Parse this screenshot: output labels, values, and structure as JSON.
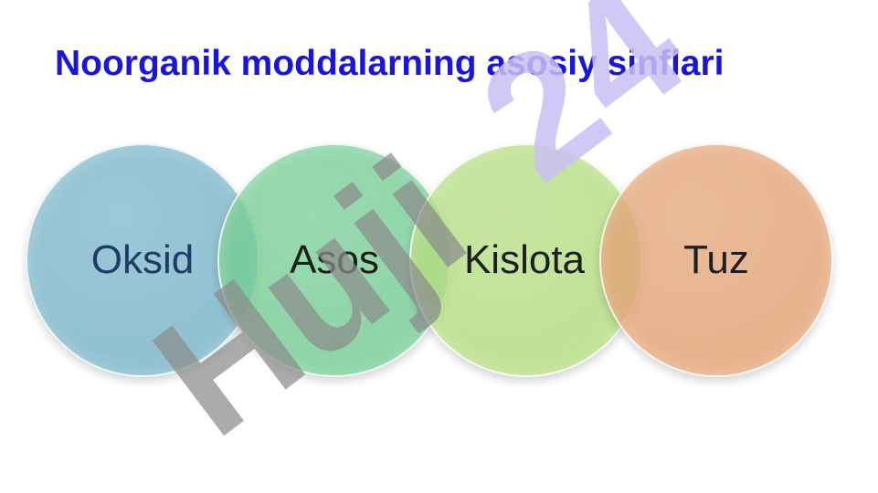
{
  "slide": {
    "title": "Noorganik moddalarning asosiy sinflari",
    "title_color": "#1a16d8"
  },
  "classes": [
    {
      "label": "Oksid",
      "fill": "#7ab4c8",
      "text_color": "#1f3b66"
    },
    {
      "label": "Asos",
      "fill": "#76cc94",
      "text_color": "#1e1e1e"
    },
    {
      "label": "Kislota",
      "fill": "#b3dc80",
      "text_color": "#1e1e1e"
    },
    {
      "label": "Tuz",
      "fill": "#e3a275",
      "text_color": "#1e1e1e"
    }
  ],
  "watermark": {
    "text_gray": "Huji",
    "text_purple": "24",
    "gray_color": "#8c8c8c",
    "purple_color": "#c9c0f4"
  }
}
